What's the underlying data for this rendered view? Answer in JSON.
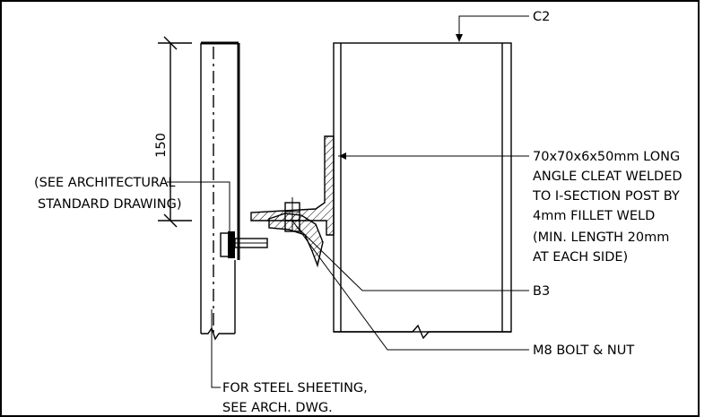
{
  "labels": {
    "c2": "C2",
    "dimension": "150",
    "see_arch_line1": "(SEE ARCHITECTURAL",
    "see_arch_line2": "STANDARD DRAWING)",
    "cleat_line1": "70x70x6x50mm LONG",
    "cleat_line2": "ANGLE CLEAT WELDED",
    "cleat_line3": "TO I-SECTION POST BY",
    "cleat_line4": "4mm FILLET WELD",
    "cleat_line5": "(MIN. LENGTH 20mm",
    "cleat_line6": "AT EACH SIDE)",
    "b3": "B3",
    "bolt": "M8 BOLT & NUT",
    "sheeting_line1": "FOR STEEL SHEETING,",
    "sheeting_line2": "SEE ARCH. DWG."
  }
}
